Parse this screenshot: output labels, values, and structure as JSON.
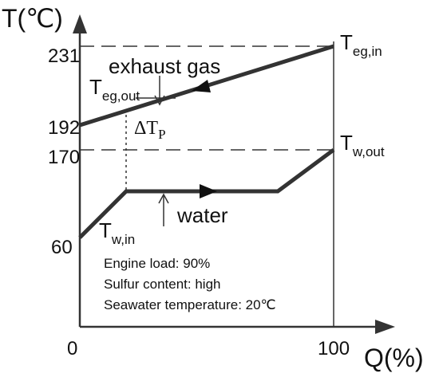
{
  "axes": {
    "y_label": "T(℃)",
    "x_label": "Q(%)",
    "x_ticks": [
      "0",
      "100"
    ],
    "y_ticks": [
      "231",
      "192",
      "170",
      "60"
    ]
  },
  "labels": {
    "exhaust_gas": "exhaust gas",
    "water": "water",
    "teg_in_main": "T",
    "teg_in_sub": "eg,in",
    "teg_out_main": "T",
    "teg_out_sub": "eg,out",
    "tw_out_main": "T",
    "tw_out_sub": "w,out",
    "tw_in_main": "T",
    "tw_in_sub": "w,in",
    "delta_main": "ΔT",
    "delta_sub": "P"
  },
  "conditions": [
    "Engine load: 90%",
    "Sulfur content: high",
    "Seawater temperature: 20℃"
  ],
  "colors": {
    "line": "#333333",
    "text": "#111111"
  }
}
